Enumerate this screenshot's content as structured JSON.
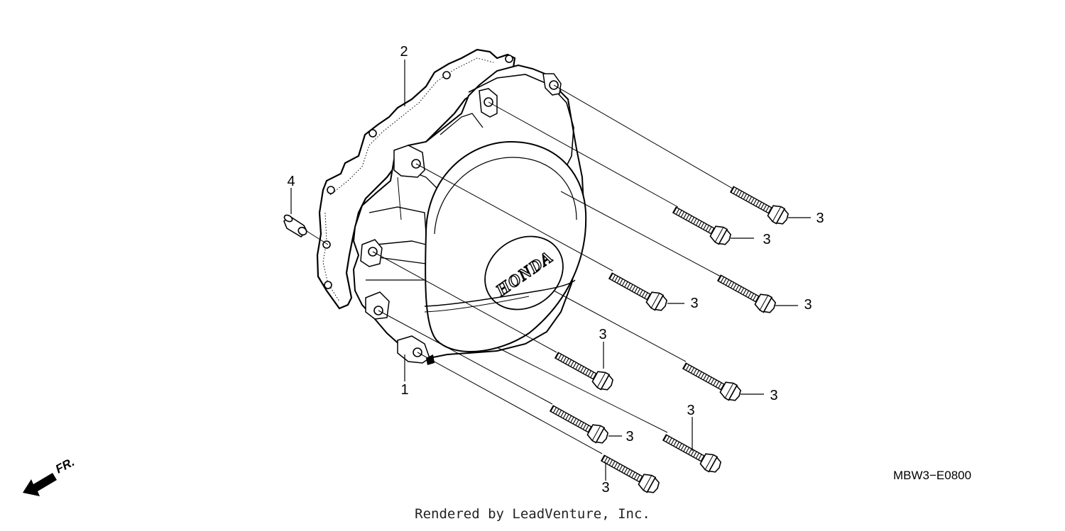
{
  "callouts": {
    "c1": "1",
    "c2": "2",
    "c4": "4",
    "c3": "3"
  },
  "cover_brand": "HONDA",
  "direction_label": "FR.",
  "part_code": "MBW3−E0800",
  "credit": "Rendered by LeadVenture, Inc.",
  "icons": {
    "direction": "front-direction-arrow-icon"
  }
}
